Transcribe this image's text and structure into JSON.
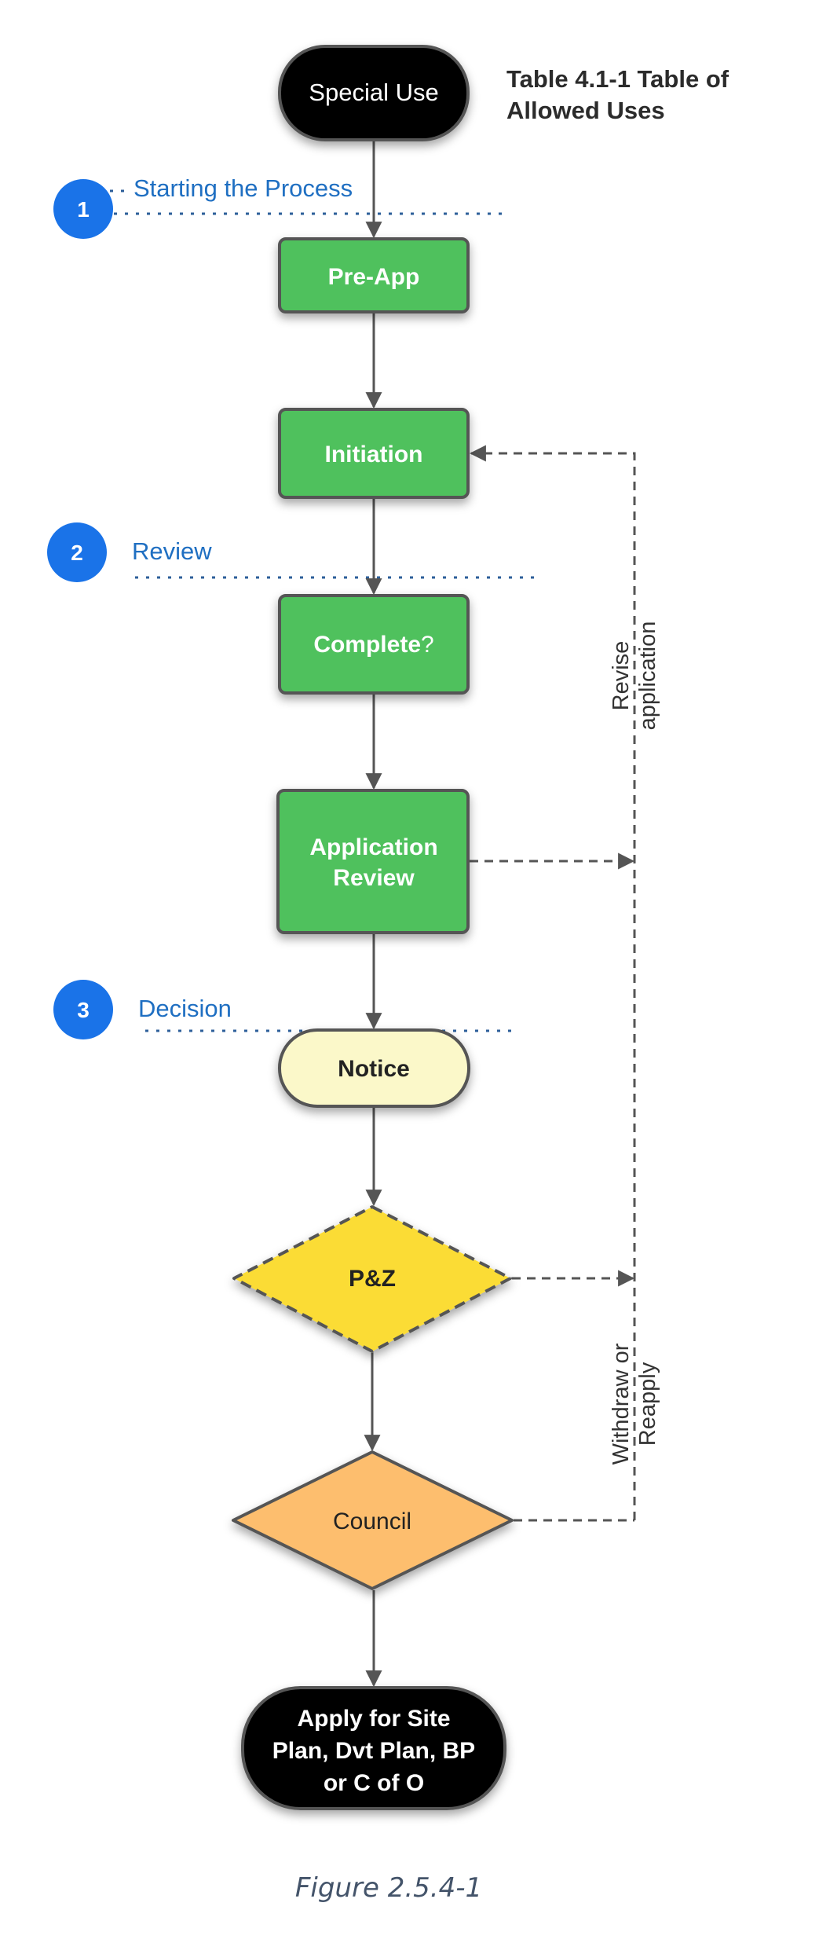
{
  "title": {
    "lines": [
      "Table 4.1-1 Table of",
      "Allowed Uses"
    ]
  },
  "stages": [
    {
      "number": "1",
      "label": "Starting the Process"
    },
    {
      "number": "2",
      "label": "Review"
    },
    {
      "number": "3",
      "label": "Decision"
    }
  ],
  "nodes": {
    "special_use": {
      "label": "Special Use",
      "shape": "terminal",
      "color": "#000000"
    },
    "pre_app": {
      "label": "Pre-App",
      "shape": "process",
      "color": "#4fc15d"
    },
    "initiation": {
      "label": "Initiation",
      "shape": "process",
      "color": "#4fc15d"
    },
    "complete": {
      "label_bold": "Complete",
      "label_suffix": "?",
      "shape": "process",
      "color": "#4fc15d"
    },
    "application_review": {
      "lines": [
        "Application",
        "Review"
      ],
      "shape": "process",
      "color": "#4fc15d"
    },
    "notice": {
      "label": "Notice",
      "shape": "terminal",
      "color": "#fbf8c9"
    },
    "pz": {
      "label": "P&Z",
      "shape": "decision-dashed",
      "color": "#fbdc34"
    },
    "council": {
      "label": "Council",
      "shape": "decision",
      "color": "#fdbe6e"
    },
    "apply": {
      "lines": [
        "Apply for Site",
        "Plan, Dvt Plan, BP",
        "or C of O"
      ],
      "shape": "terminal",
      "color": "#000000"
    }
  },
  "edge_labels": {
    "revise": [
      "Revise",
      "application"
    ],
    "withdraw": [
      "Withdraw or",
      "Reapply"
    ]
  },
  "colors": {
    "stage_circle": "#1a73e8",
    "stage_text": "#1f6fc2",
    "edge": "#555555"
  },
  "caption": "Figure 2.5.4-1"
}
